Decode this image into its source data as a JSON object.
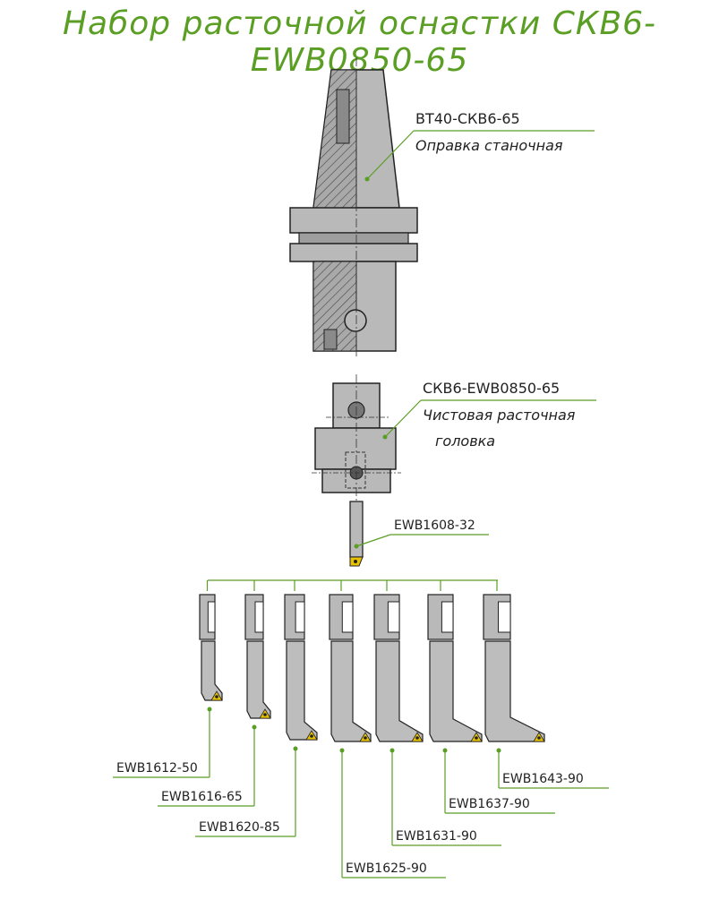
{
  "title": "Набор расточной оснастки СКВ6-EWB0850-65",
  "colors": {
    "accent": "#5a9e24",
    "metal": "#b9b9b9",
    "metal_dark": "#6f6f6f",
    "insert": "#e8c100",
    "outline": "#222222"
  },
  "holder": {
    "code": "BT40-СКВ6-65",
    "description": "Оправка станочная"
  },
  "head": {
    "code": "СКВ6-EWB0850-65",
    "description_line1": "Чистовая расточная",
    "description_line2": "головка"
  },
  "mounted_bar": {
    "code": "EWB1608-32"
  },
  "bars": [
    {
      "code": "EWB1612-50"
    },
    {
      "code": "EWB1616-65"
    },
    {
      "code": "EWB1620-85"
    },
    {
      "code": "EWB1625-90"
    },
    {
      "code": "EWB1631-90"
    },
    {
      "code": "EWB1637-90"
    },
    {
      "code": "EWB1643-90"
    }
  ]
}
